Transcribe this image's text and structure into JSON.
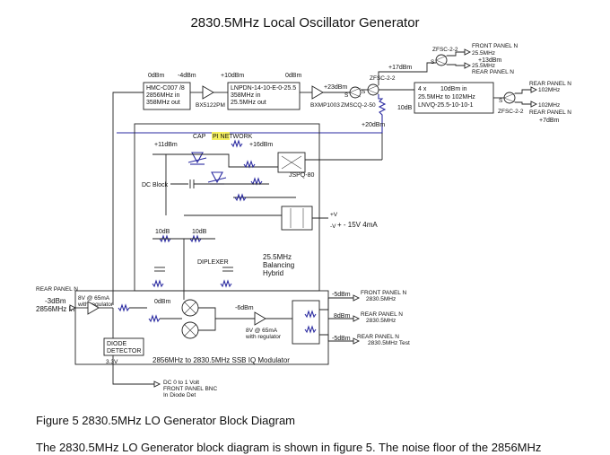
{
  "title": "2830.5MHz Local Oscillator Generator",
  "blocks": {
    "hmc": [
      "HMC-C007 /8",
      "2856MHz in",
      "358MHz out"
    ],
    "hmc_part": "BX5122PM",
    "lnpdn": [
      "LNPDN-14-10-E-0-25.5",
      "358MHz in",
      "25.5MHz out"
    ],
    "bxmp": "BXMP1003",
    "zmscq": "ZMSCQ-2-50",
    "lnvq": [
      "4 x",
      "10dBm in",
      "25.5MHz to 102MHz",
      "LNVQ-25.5-10-10-1"
    ],
    "diode": [
      "DIODE",
      "DETECTOR"
    ],
    "diode_v": "3.3V"
  },
  "levels": {
    "l0": "0dBm",
    "l1": "-4dBm",
    "l2": "+10dBm",
    "l3": "0dBm",
    "l4": "+23dBm",
    "l5": "+17dBm",
    "l6": "+13dBm",
    "l7": "+20dBm",
    "l8": "+11dBm",
    "l9": "+16dBm",
    "l10": "0dBm",
    "l11": "-6dBm",
    "l12": "-5dBm",
    "l13": "8dBm",
    "l14": "-5dBm",
    "l15": "+7dBm",
    "l16": "-3dBm",
    "att1": "10dB",
    "att2": "10dB",
    "att3": "10dB"
  },
  "splitters": {
    "z1": "ZFSC-2-2",
    "z2": "ZFSC-2-2",
    "z3": "ZFSC-2-2"
  },
  "outputs": {
    "fp255": [
      "FRONT PANEL N",
      "25.5MHz"
    ],
    "rp255": [
      "25.5MHz",
      "REAR PANEL N"
    ],
    "rp102a": [
      "REAR PANEL N",
      "102MHz"
    ],
    "rp102b": [
      "102MHz",
      "REAR PANEL N"
    ],
    "fp28305": [
      "FRONT PANEL N",
      "2830.5MHz"
    ],
    "rp28305": [
      "REAR PANEL N",
      "2830.5MHz"
    ],
    "test": [
      "REAR PANEL N",
      "2830.5MHz Test"
    ],
    "dc": [
      "DC 0 to 1 Volt",
      "FRONT PANEL BNC",
      "In Diode Det"
    ]
  },
  "hybrid": {
    "cap": "CAP",
    "pi": "PI NETWORK",
    "jspq": "JSPQ-80",
    "dcblock": "DC Block",
    "diplexer": "DIPLEXER",
    "balancing": [
      "25.5MHz",
      "Balancing",
      "Hybrid"
    ],
    "supply": "+ - 15V 4mA"
  },
  "input": {
    "panel": "REAR PANEL N",
    "level": "-3dBm",
    "freq": "2856MHz In"
  },
  "amp_note": [
    "8V @ 65mA",
    "with regulator"
  ],
  "amp_note2": [
    "8V @ 65mA",
    "with regulator"
  ],
  "modulator_label": "2856MHz to 2830.5MHz SSB IQ Modulator",
  "figure_caption": "Figure 5 2830.5MHz LO Generator Block Diagram",
  "body_text": "The 2830.5MHz LO Generator block diagram is shown in figure 5.  The noise floor of the 2856MHz"
}
